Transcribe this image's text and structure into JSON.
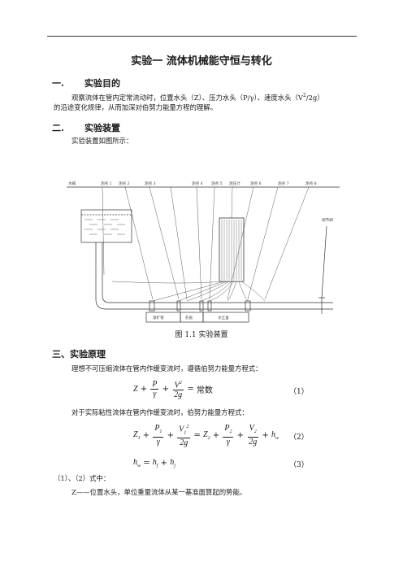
{
  "title": "实验一  流体机械能守恒与转化",
  "sec1": {
    "num": "一.",
    "heading": "实验目的"
  },
  "purpose_1": "观察流体在管内定常流动时，位置水头（Z）、压力水头（P/γ）、速度水头（V",
  "purpose_sup": "2",
  "purpose_2": "/2g）",
  "purpose_3": "的沿途变化规律，从而加深对伯努力能量方程的理解。",
  "sec2": {
    "num": "二.",
    "heading": "实验装置"
  },
  "device_intro": "实验装置如图所示：",
  "figure": {
    "labels": [
      "水箱",
      "测点 1",
      "测点 2",
      "测点 3",
      "测点 4",
      "测点 5",
      "测压计",
      "测点 6",
      "测点 7",
      "测点 8"
    ],
    "valve": "调节阀",
    "pipes": [
      "渐扩管",
      "孔板",
      "文丘里"
    ]
  },
  "caption": "图 1.1 实验装置",
  "sec3": {
    "heading": "三、实验原理"
  },
  "ideal_intro": "理想不可压缩流体在管内作缓变流时，遵循伯努力能量方程式：",
  "eq1": {
    "const": "常数",
    "no": "（1）"
  },
  "real_intro": "对于实际粘性流体在管内作缓变流时，伯努力能量方程式：",
  "eq2_no": "（2）",
  "eq3_no": "（3）",
  "where": "（1）、（2）式中：",
  "z_def": "Z——位置水头，单位重量流体从某一基准面算起的势能。"
}
